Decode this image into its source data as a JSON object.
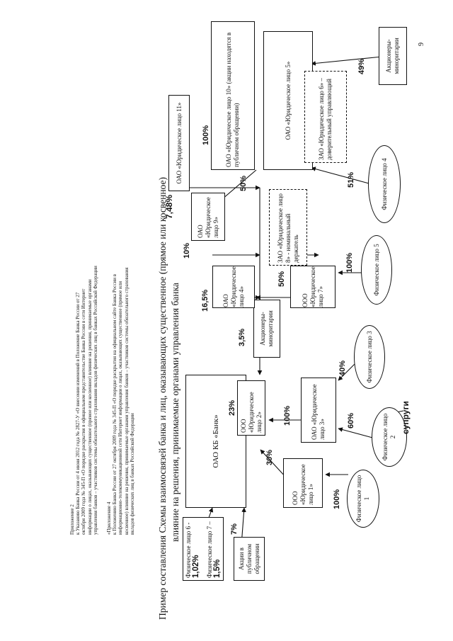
{
  "page_number": "9",
  "note_glyph": "»",
  "header": {
    "lines": [
      "Приложение 2",
      "к Указанию Банка России от 4 июня 2012 года № 2827-У «О внесении изменений в Положение Банка России от 27",
      "октября 2009 года № 345-П «О порядке раскрытия в официальном представительстве Банка России в сети Интернет",
      "информации о лицах, оказывающих существенное (прямое или косвенное) влияние на решения, принимаемые органами",
      "управления банков – участников системы обязательного страхования вкладов физических лиц в банках Российской Федерации"
    ],
    "lines2": [
      "«Приложение 4",
      "к Положению Банка России от 27 октября 2009 года № 345-П «О порядке раскрытия на официальном сайте Банка России в",
      "информационно-телекоммуникационной сети Интернет информации о лицах, оказывающих существенное (прямое или",
      "косвенное) влияние на решения, принимаемые органами управления банков – участников системы обязательного страхования",
      "вкладов физических лиц в банках Российской Федерации"
    ]
  },
  "title": {
    "line1": "Пример составления Схемы взаимосвязей банка и лиц, оказывающих существенное (прямое или косвенное)",
    "line2": "влияние на решения, принимаемые органами управления банка"
  },
  "nodes": {
    "fiz67_line1_label": "Физическое лицо 6 - ",
    "fiz67_line1_pct": "1,02%",
    "fiz67_line2_label": "Физическое лицо 7 – ",
    "fiz67_line2_pct": "1,5%",
    "akcii": "Акции в публичном обращении",
    "bank": "ОАО КБ «Банк»",
    "ul1": "ООО «Юридическое лицо 1»",
    "ul2": "ООО «Юридическое лицо 2»",
    "ul3": "ОАО «Юридическое лицо 3»",
    "ul4": "ОАО «Юридическое лицо 4»",
    "ul5": "ОАО «Юридическое лицо 5»",
    "ul6": "ЗАО «Юридическое лицо 6» – доверительный управляющий",
    "ul7": "ООО «Юридическое лицо 7»",
    "ul8": "ЗАО «Юридическое лицо 8» - номинальный держатель",
    "ul9": "ОАО «Юридическое лицо 9»",
    "ul10": "ОАО «Юридическое лицо 10» (акции находятся в публичном обращении)",
    "ul11": "ОАО «Юридическое лицо 11»",
    "akcionery1": "Акционеры-миноритарии",
    "akcionery2": "Акционеры-миноритарии",
    "fl1": "Физическое лицо 1",
    "fl2": "Физическое лицо 2",
    "fl3": "Физическое лицо 3",
    "fl4": "Физическое лицо 4",
    "fl5": "Физическое лицо 5",
    "spouses": "супруги"
  },
  "percents": {
    "p_akcii": "7%",
    "p_ul1_bank": "30%",
    "p_fl1_ul1": "100%",
    "p_ul2_bank": "23%",
    "p_ul3_ul2": "100%",
    "p_fl2_ul3": "60%",
    "p_fl3_ul3": "40%",
    "p_akc_bank": "3,5%",
    "p_ul4_bank": "16,5%",
    "p_ul9_bank": "10%",
    "p_ul11_bank": "7,48%",
    "p_ul7_ul4": "50%",
    "p_ul5_ul4": "50%",
    "p_fl5_ul7": "100%",
    "p_ul10_ul9": "100%",
    "p_fl4_ul5": "51%",
    "p_akc_ul5": "49%"
  }
}
